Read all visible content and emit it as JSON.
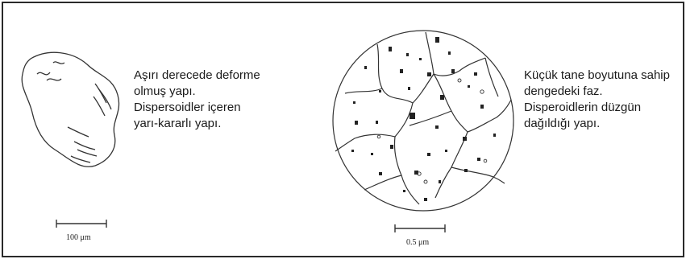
{
  "panels": [
    {
      "caption_lines": [
        "Aşırı derecede deforme",
        "olmuş yapı.",
        "Dispersoidler içeren",
        "yarı-kararlı yapı."
      ],
      "scale_label": "100 μm"
    },
    {
      "caption_lines": [
        "Küçük tane boyutuna sahip",
        "dengedeki faz.",
        "Disperoidlerin düzgün",
        "dağıldığı yapı."
      ],
      "scale_label": "0.5 μm"
    }
  ],
  "colors": {
    "line": "#333333",
    "border": "#2a2a2a",
    "text": "#1a1a1a"
  }
}
